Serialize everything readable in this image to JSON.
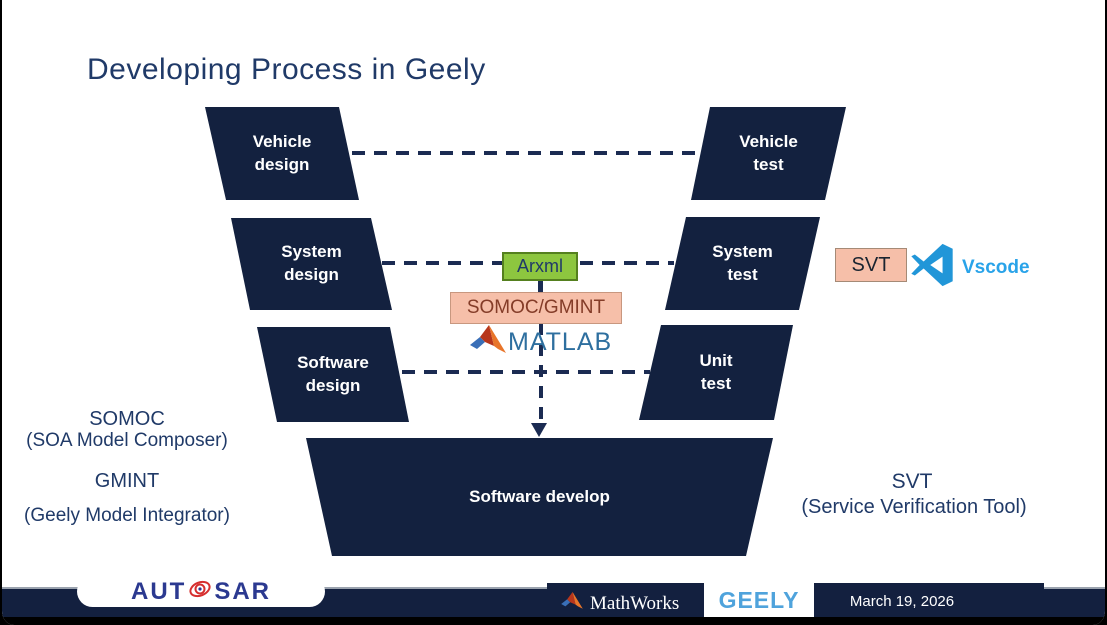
{
  "title": "Developing Process in Geely",
  "colors": {
    "navy_box": "#13213F",
    "dash": "#1B2B52",
    "title_text": "#203A68",
    "arxml_green": "#8DC63F",
    "salmon": "#F6BFA9",
    "somoc_text": "#843C28",
    "matlab_blue": "#2E6F9F",
    "vscode_blue": "#29A3E9",
    "geely_blue": "#4FA3DC",
    "autosar_blue": "#2B3990",
    "autosar_red": "#D62E2E",
    "footer_navy": "#13203F"
  },
  "vmodel": {
    "design": [
      {
        "line1": "Vehicle",
        "line2": "design"
      },
      {
        "line1": "System",
        "line2": "design"
      },
      {
        "line1": "Software",
        "line2": "design"
      }
    ],
    "test": [
      {
        "line1": "Vehicle",
        "line2": "test"
      },
      {
        "line1": "System",
        "line2": "test"
      },
      {
        "line1": "Unit",
        "line2": "test"
      }
    ],
    "develop": "Software develop"
  },
  "tools": {
    "arxml": "Arxml",
    "somoc_gmint": "SOMOC/GMINT",
    "matlab": "MATLAB",
    "svt": "SVT",
    "vscode": "Vscode"
  },
  "legend": {
    "somoc": "SOMOC",
    "somoc_full": "(SOA Model Composer)",
    "gmint": "GMINT",
    "gmint_full": "(Geely Model Integrator)",
    "svt": "SVT",
    "svt_full": "(Service Verification Tool)"
  },
  "footer": {
    "autosar_left": "AUT",
    "autosar_right": "SAR",
    "mathworks": "MathWorks",
    "geely": "GEELY",
    "date": "March 19, 2026"
  }
}
